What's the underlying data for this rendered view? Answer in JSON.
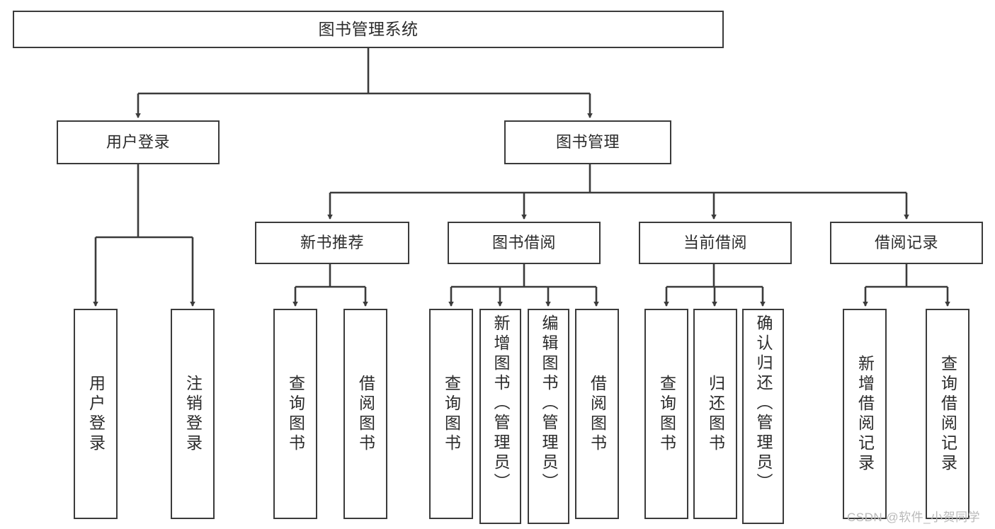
{
  "diagram": {
    "title": "图书管理系统",
    "type": "tree-hierarchy-chart",
    "colors": {
      "border": "#3b3b3b",
      "text": "#2b2b2b",
      "background": "#ffffff",
      "edge": "#3b3b3b",
      "watermark": "#b9b9b9"
    },
    "nodes": {
      "root": {
        "label": "图书管理系统"
      },
      "level2": [
        {
          "label": "用户登录"
        },
        {
          "label": "图书管理"
        }
      ],
      "level3": [
        {
          "label": "新书推荐"
        },
        {
          "label": "图书借阅"
        },
        {
          "label": "当前借阅"
        },
        {
          "label": "借阅记录"
        }
      ],
      "leaves": {
        "user_login": [
          {
            "label": "用户登录"
          },
          {
            "label": "注销登录"
          }
        ],
        "new_book_recommend": [
          {
            "label": "查询图书"
          },
          {
            "label": "借阅图书"
          }
        ],
        "book_borrow": [
          {
            "label": "查询图书"
          },
          {
            "label": "新增图书（管理员）"
          },
          {
            "label": "编辑图书（管理员）"
          },
          {
            "label": "借阅图书"
          }
        ],
        "current_borrow": [
          {
            "label": "查询图书"
          },
          {
            "label": "归还图书"
          },
          {
            "label": "确认归还（管理员）"
          }
        ],
        "borrow_record": [
          {
            "label": "新增借阅记录"
          },
          {
            "label": "查询借阅记录"
          }
        ]
      }
    },
    "watermark": {
      "text": "CSDN @软件_小贺同学"
    }
  }
}
